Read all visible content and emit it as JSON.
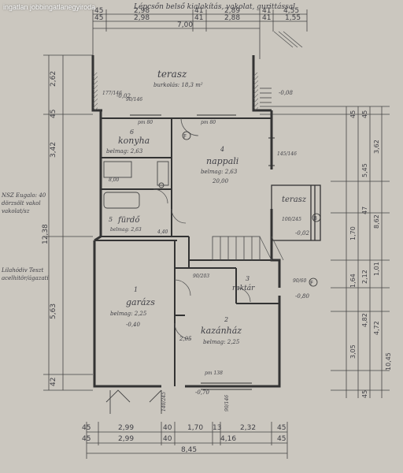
{
  "watermark": "ingatlan jobbingatlanegyiroda",
  "header_note": "Lépcsőn belső kialakítás, vakolat, gurittással",
  "rooms": {
    "terasz_top": {
      "number": "",
      "name": "terasz",
      "area": "burkolás: 18,3 m²"
    },
    "konyha": {
      "number": "6",
      "name": "konyha",
      "area": "belmag: 2,63",
      "extra": "8,00"
    },
    "nappali": {
      "number": "4",
      "name": "nappali",
      "area": "belmag: 2,63",
      "extra": "20,00"
    },
    "furdo": {
      "number": "5",
      "name": "fürdő",
      "area": "belmag: 2,63",
      "extra": "4,40"
    },
    "terasz_side": {
      "number": "",
      "name": "terasz",
      "area": ""
    },
    "garazs": {
      "number": "1",
      "name": "garázs",
      "area": "belmag: 2,25",
      "extra": "-0,40"
    },
    "kazanhaz": {
      "number": "2",
      "name": "kazánház",
      "area": "belmag: 2,25",
      "extra": "2,05"
    },
    "raktar": {
      "number": "3",
      "name": "raktár",
      "area": ""
    }
  },
  "dims": {
    "top1": [
      "45",
      "2,98",
      "41",
      "2,89",
      "41",
      "4,55",
      "45"
    ],
    "top2": [
      "45",
      "2,98",
      "41",
      "2,88",
      "41",
      "1,55"
    ],
    "top_total": "7,00",
    "bottom1": [
      "45",
      "2,99",
      "40",
      "1,70",
      "13",
      "2,32",
      "45"
    ],
    "bottom2": [
      "45",
      "2,99",
      "40",
      "4,16",
      "45"
    ],
    "bottom_total": "8,45",
    "left": [
      "2,62",
      "45",
      "3,42",
      "12,38",
      "5,63",
      "42"
    ],
    "right": [
      "45",
      "45",
      "3,62",
      "5,45",
      "8,62",
      "47",
      "1,70",
      "1,64",
      "2,12",
      "1,01",
      "4,82",
      "4,72",
      "3,05",
      "10,45",
      "45"
    ],
    "levels": [
      "-0,02",
      "-0,08",
      "-0,02",
      "-0,80",
      "-0,70",
      "-0,40"
    ],
    "openings": [
      "177/146",
      "90/146",
      "pm 80",
      "pm 80",
      "145/146",
      "100/245",
      "90/203",
      "90/60",
      "pm 138",
      "140/245",
      "90/146"
    ]
  },
  "left_notes": [
    "NSZ Eugalo: 40",
    "dörzsölt vakol",
    "vakolat/sz",
    "Lilahódiv Teszt",
    "acelhitör/ágazati"
  ],
  "marks": [
    "F",
    "F",
    "B"
  ]
}
